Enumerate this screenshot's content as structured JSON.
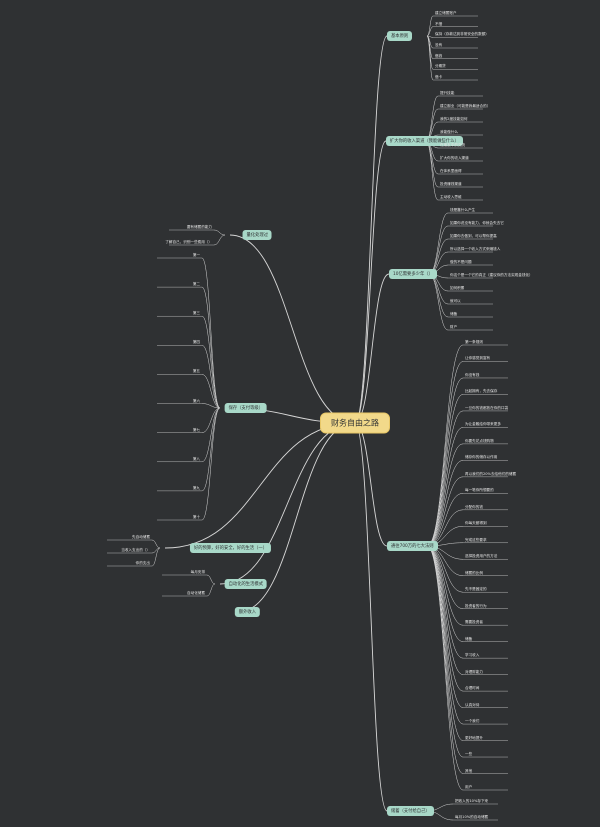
{
  "root": "财务自由之路",
  "colors": {
    "bg": "#2f3133",
    "line": "#d8d8d8",
    "root": "#f2d98a",
    "branch": "#a8d8c8"
  },
  "branches": {
    "b1": {
      "label": "基本原则",
      "items": [
        "建立储蓄账户",
        "不借",
        "保持（存款达到非常安全的数额）",
        "没有",
        "借钱",
        "分期贷",
        "借卡"
      ]
    },
    "b2": {
      "label": "扩大你的收入渠道（我能做些什么）",
      "items": [
        "提升技能",
        "建立副业（可能是我最适合的）",
        "我的2度技能如何",
        "我能做什么",
        "在朋友中的交流",
        "扩大你的收入渠道",
        "在体系里面得",
        "投资赚钱渠道",
        "主动收入思维"
      ]
    },
    "b3": {
      "label": "10亿需要多少年（）",
      "items": [
        "钱是靠什么产生",
        "如果你说没有能力，你就会失去它",
        "如果你去做到，可以帮你提高",
        "所以选择一个收入方式来赚钱人",
        "做的不是问题",
        "你这个是一个它的真正（建议你的方法实现金钱化）",
        "如何积累",
        "就可以",
        "储备",
        "财产"
      ]
    },
    "b4": {
      "label": "通往700万的七大法则",
      "items": [
        "第一条规则",
        "让你感觉到富有",
        "你没有钱",
        "比起拥有，先去保存",
        "一旦你的钱都放在你的口袋",
        "为让金融给你带来更多",
        "你要先花点钱购物",
        "储存你的储存以作用",
        "再以我们的20%去给他们的储蓄",
        "每一笔你所想要的",
        "分配你的钱",
        "你每天都得到",
        "完成这些要求",
        "选择投资用户的方法",
        "储蓄的比例",
        "先不是固定的",
        "投资者的行为",
        "需要投资者",
        "储备",
        "学习收入",
        "对理财能力",
        "合理时间",
        "认真对待",
        "一个我们",
        "更好地提升",
        "一些",
        "其他",
        "用户"
      ]
    },
    "b5": {
      "label": "储蓄（支付给自己）",
      "items": [
        "把收入的10%存下来",
        "每月10%的自动储蓄"
      ]
    },
    "b6": {
      "label": "量化处理过",
      "items": [
        "要有储蓄的能力",
        "了解自己，识别一些费用（）"
      ]
    },
    "b7": {
      "label": "保存（支付等级）",
      "items": [
        "第一",
        "第二",
        "第三",
        "第四",
        "第五",
        "第六",
        "第七",
        "第八",
        "第九",
        "第十"
      ]
    },
    "b8": {
      "label": "好的预算，好的安全，好的生活（一）",
      "items": [
        "先自动储蓄",
        "当收入支出的（）",
        "你的支出"
      ]
    },
    "b9": {
      "label": "自动化的生活模式",
      "items": [
        "每月安排",
        "自动化储蓄"
      ]
    },
    "b10": {
      "label": "额外收入",
      "items": []
    }
  }
}
